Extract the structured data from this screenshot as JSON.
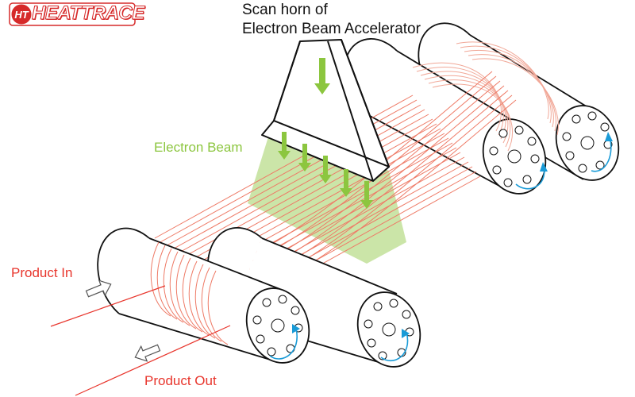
{
  "logo": {
    "text": "HEATTRACE",
    "icon": "ht-circle-logo"
  },
  "labels": {
    "title_line1": "Scan horn of",
    "title_line2": "Electron Beam Accelerator",
    "electron_beam": "Electron Beam",
    "product_in": "Product In",
    "product_out": "Product Out"
  },
  "colors": {
    "brand_red": "#d62a2a",
    "wire_red": "#ee7a66",
    "beam_green": "#8cc63f",
    "rotation_blue": "#1a9bd7",
    "outline": "#111111"
  }
}
